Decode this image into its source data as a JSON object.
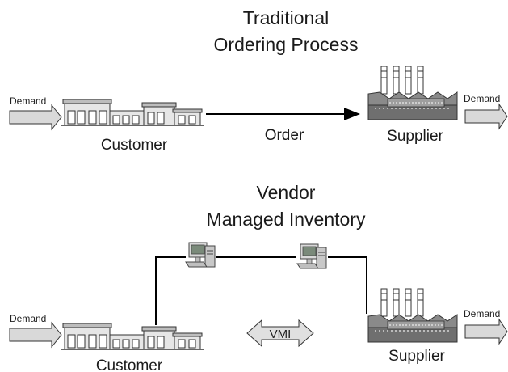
{
  "traditional": {
    "title_line1": "Traditional",
    "title_line2": "Ordering Process",
    "demand_in_label": "Demand",
    "customer_label": "Customer",
    "order_label": "Order",
    "supplier_label": "Supplier",
    "demand_out_label": "Demand"
  },
  "vmi": {
    "title_line1": "Vendor",
    "title_line2": "Managed Inventory",
    "demand_in_label": "Demand",
    "customer_label": "Customer",
    "exchange_label": "VMI",
    "supplier_label": "Supplier",
    "demand_out_label": "Demand"
  },
  "icons": {
    "customer": "store-building-icon",
    "supplier": "factory-icon",
    "computer": "computer-workstation-icon",
    "demand_arrow": "right-arrow-icon",
    "exchange_arrow": "double-arrow-icon"
  },
  "colors": {
    "arrow_fill": "#d9d9d9",
    "line": "#000000",
    "building": "#cfcfcf",
    "factory": "#8a8a8a",
    "text": "#1a1a1a"
  }
}
